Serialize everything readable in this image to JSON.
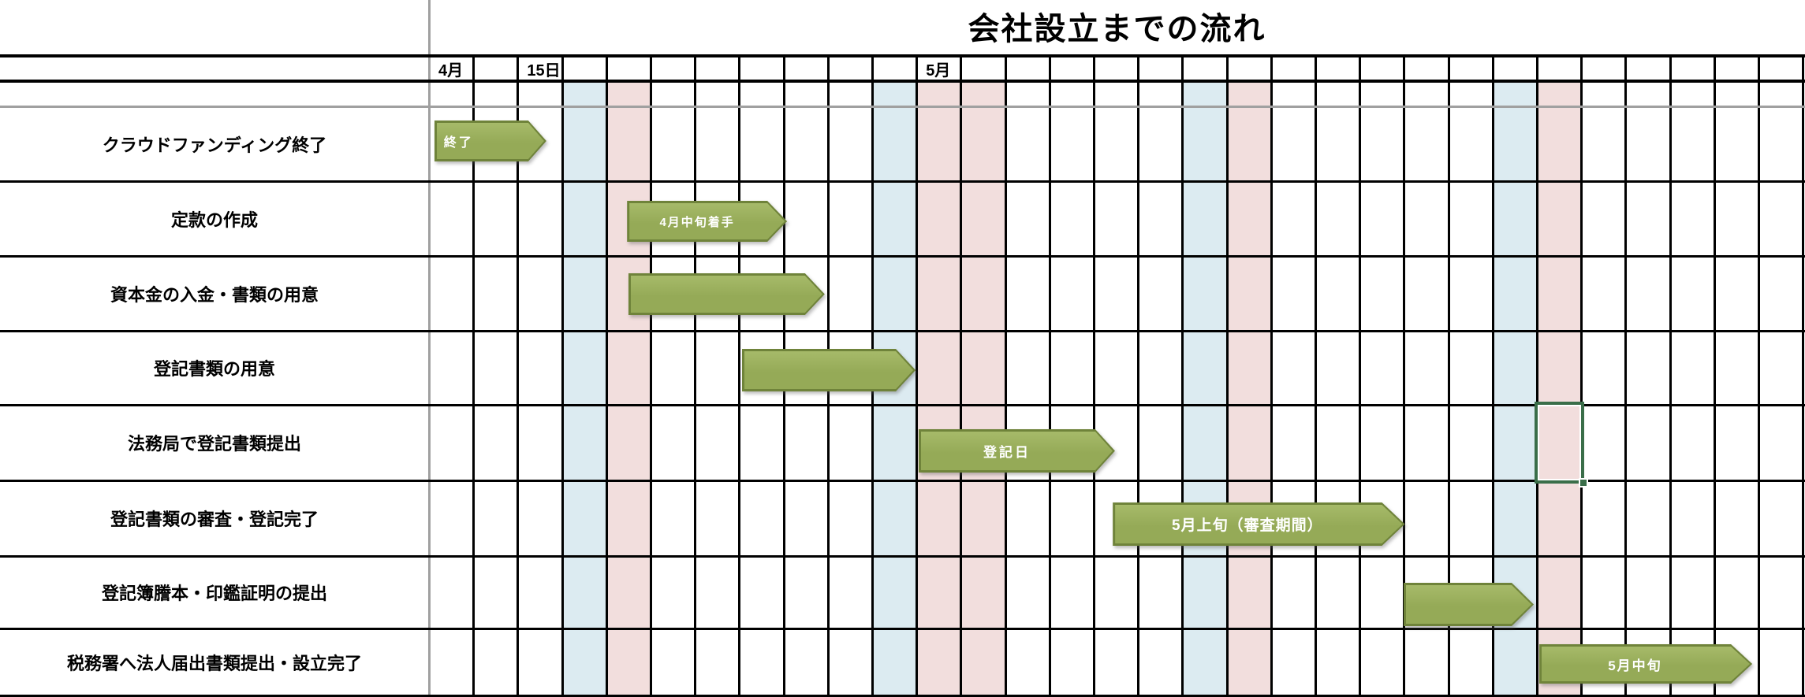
{
  "chart_data": {
    "type": "gantt",
    "title": "会社設立までの流れ",
    "x_axis": {
      "total_columns": 31,
      "column_unit": "day",
      "month_labels": [
        {
          "label": "4月",
          "column": 1
        },
        {
          "label": "15日",
          "column": 3
        },
        {
          "label": "5月",
          "column": 12
        }
      ],
      "shading": {
        "saturday_columns": [
          4,
          11,
          18,
          25
        ],
        "sunday_holiday_columns": [
          5,
          12,
          13,
          19,
          26
        ]
      },
      "grid": "on",
      "legend": "none"
    },
    "tasks": [
      {
        "name": "クラウドファンディング終了",
        "bar_label": "終了",
        "start_column": 1.12,
        "end_column": 3.65
      },
      {
        "name": "定款の作成",
        "bar_label": "4月中旬着手",
        "start_column": 5.47,
        "end_column": 9.08
      },
      {
        "name": "資本金の入金・書類の用意",
        "bar_label": "",
        "start_column": 5.5,
        "end_column": 9.93
      },
      {
        "name": "登記書類の用意",
        "bar_label": "",
        "start_column": 8.06,
        "end_column": 11.98
      },
      {
        "name": "法務局で登記書類提出",
        "bar_label": "登記日",
        "start_column": 12.05,
        "end_column": 16.48
      },
      {
        "name": "登記書類の審査・登記完了",
        "bar_label": "5月上旬（審査期間）",
        "start_column": 16.43,
        "end_column": 23.02
      },
      {
        "name": "登記簿謄本・印鑑証明の提出",
        "bar_label": "",
        "start_column": 22.99,
        "end_column": 25.93
      },
      {
        "name": "税務署へ法人届出書類提出・設立完了",
        "bar_label": "5月中旬",
        "start_column": 26.05,
        "end_column": 30.86
      }
    ]
  },
  "selection": {
    "row": 5,
    "column": 26
  },
  "colors": {
    "bar_fill": "#95aa57",
    "bar_fill_light": "#a6ba69",
    "bar_border": "#6f833a",
    "saturday_shade": "#dcebf1",
    "sunday_shade": "#f2dedd",
    "selection_green": "#3a6e49",
    "grid_line": "#000000",
    "divider_gray": "#a0a0a0"
  }
}
